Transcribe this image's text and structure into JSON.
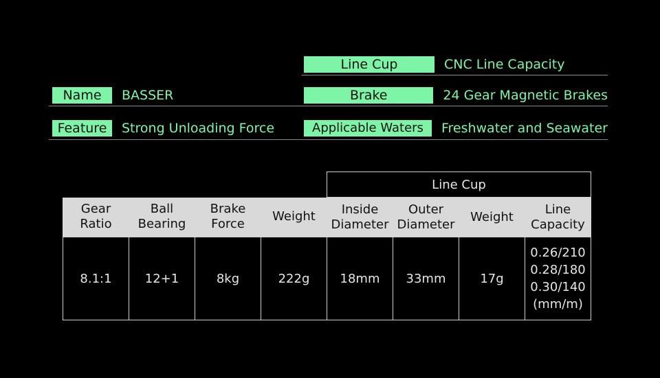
{
  "specs": {
    "line_cup": {
      "label": "Line Cup",
      "value": "CNC Line Capacity"
    },
    "name": {
      "label": "Name",
      "value": "BASSER"
    },
    "brake": {
      "label": "Brake",
      "value": "24 Gear Magnetic Brakes"
    },
    "feature": {
      "label": "Feature",
      "value": "Strong Unloading Force"
    },
    "waters": {
      "label": "Applicable Waters",
      "value": "Freshwater and Seawater"
    }
  },
  "table": {
    "group_header": "Line Cup",
    "headers": [
      [
        "Gear",
        "Ratio"
      ],
      [
        "Ball",
        "Bearing"
      ],
      [
        "Brake",
        "Force"
      ],
      [
        "Weight"
      ],
      [
        "Inside",
        "Diameter"
      ],
      [
        "Outer",
        "Diameter"
      ],
      [
        "Weight"
      ],
      [
        "Line",
        "Capacity"
      ]
    ],
    "values": [
      [
        "8.1:1"
      ],
      [
        "12+1"
      ],
      [
        "8kg"
      ],
      [
        "222g"
      ],
      [
        "18mm"
      ],
      [
        "33mm"
      ],
      [
        "17g"
      ],
      [
        "0.26/210",
        "0.28/180",
        "0.30/140",
        "(mm/m)"
      ]
    ]
  },
  "colors": {
    "accent": "#7ef5a6",
    "header_bg": "#d9d9d9",
    "background": "#000000"
  }
}
